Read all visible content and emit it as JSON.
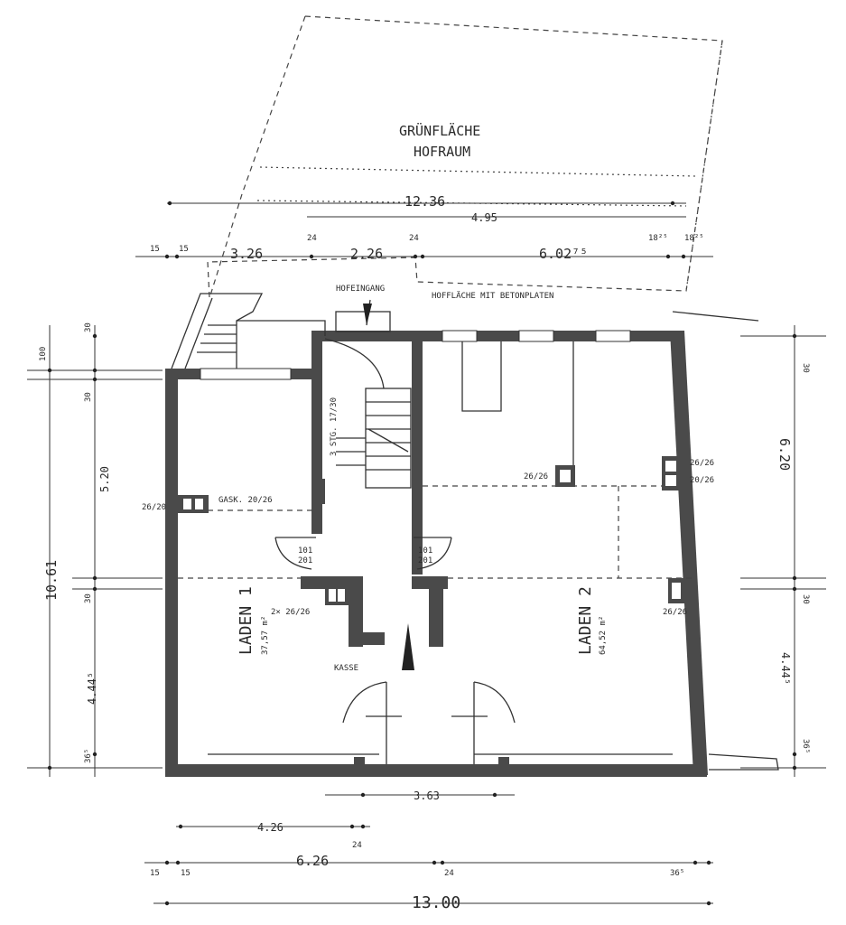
{
  "areas": {
    "green_area_line1": "GRÜNFLÄCHE",
    "green_area_line2": "HOFRAUM",
    "courtyard": "HOFFLÄCHE MIT BETONPLATEN",
    "basement_hatch": "HOFEINGANG",
    "checkout": "KASSE"
  },
  "rooms": {
    "shop1_label": "LADEN 1",
    "shop1_area": "37,57 m²",
    "shop2_label": "LADEN 2",
    "shop2_area": "64,52 m²"
  },
  "notes": {
    "stairs": "3 STG. 17/30",
    "chimney_left": "GASK. 20/26",
    "door_left_1": "101",
    "door_left_2": "201",
    "door_right_1": "101",
    "door_right_2": "201",
    "pillar_left": "2× 26/26",
    "pillar_mid": "26/26",
    "pillar_right_1": "26/26",
    "pillar_right_2": "20/26",
    "pillar_right_3": "26/26",
    "chimney_left_size": "26/20"
  },
  "dimensions": {
    "top_total": "12.36",
    "top_inner": "4.95",
    "top_seg_15a": "15",
    "top_seg_15b": "15",
    "top_seg_326": "3.26",
    "top_seg_24a": "24",
    "top_seg_226": "2.26",
    "top_seg_24b": "24",
    "top_seg_602": "6.02⁷⁵",
    "top_seg_18a": "18²⁵",
    "top_seg_18b": "18²⁵",
    "left_100": "100",
    "left_30a": "30",
    "left_30b": "30",
    "left_520": "5.20",
    "left_1061": "10.61",
    "left_30c": "30",
    "left_444": "4.44⁵",
    "left_365": "36⁵",
    "right_30a": "30",
    "right_620": "6.20",
    "right_30b": "30",
    "right_444": "4.44⁵",
    "right_365": "36⁵",
    "bottom_363": "3.63",
    "bottom_426": "4.26",
    "bottom_24a": "24",
    "bottom_15a": "15",
    "bottom_15b": "15",
    "bottom_626": "6.26",
    "bottom_24b": "24",
    "bottom_365": "36⁵",
    "bottom_total": "13.00"
  }
}
